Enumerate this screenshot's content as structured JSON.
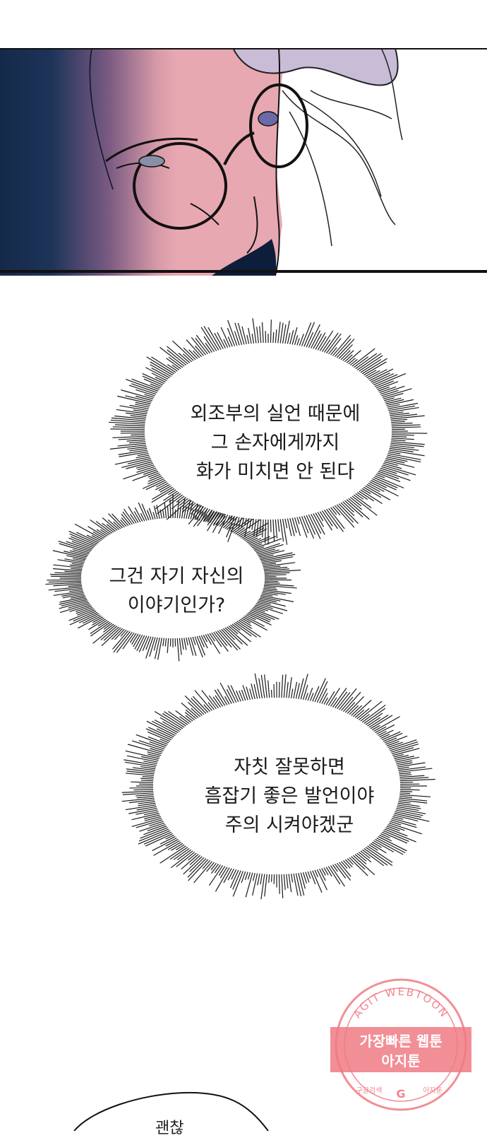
{
  "bubbles": [
    {
      "lines": [
        "외조부의 실언 때문에",
        "그 손자에게까지",
        "화가 미치면 안 된다"
      ]
    },
    {
      "lines": [
        "그건 자기 자신의",
        "이야기인가?"
      ]
    },
    {
      "lines": [
        "자칫 잘못하면",
        "흠잡기 좋은 발언이야",
        "주의 시켜야겠군"
      ]
    }
  ],
  "watermark": {
    "arc_text": "AGIT WEBTOON",
    "line1": "가장빠른 웹툰",
    "line2": "아지툰",
    "bottom_left": "구글검색",
    "bottom_right": "아지툰",
    "mark": "G",
    "color": "#f07a84"
  },
  "partial_text": "괜찮"
}
